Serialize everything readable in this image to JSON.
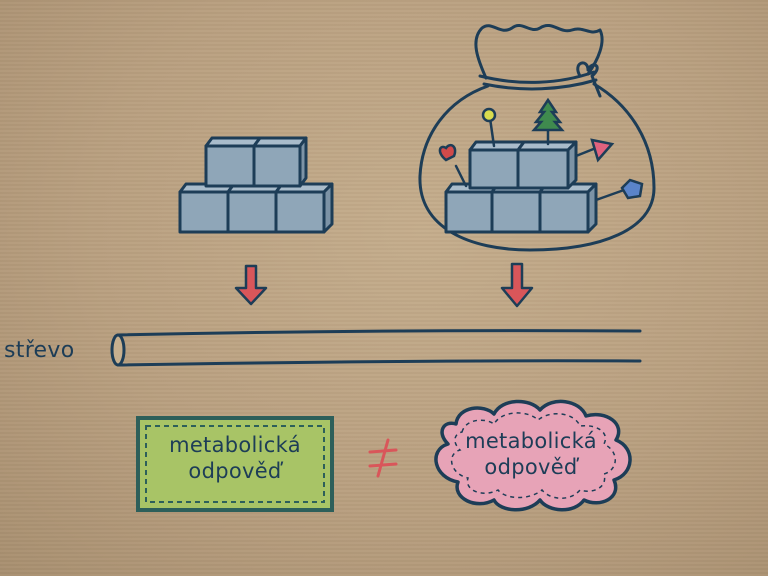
{
  "intestine_label": "střevo",
  "left_response": {
    "line1": "metabolická",
    "line2": "odpověď"
  },
  "not_equal_symbol": "≠",
  "right_response": {
    "line1": "metabolická",
    "line2": "odpověď"
  },
  "colors": {
    "ink": "#1d3d57",
    "arrow_red": "#d9565a",
    "cube_fill": "#8fa6b8",
    "green_box": "#a8c466",
    "pink_cloud": "#e7a3b7",
    "paper": "#bca483"
  }
}
